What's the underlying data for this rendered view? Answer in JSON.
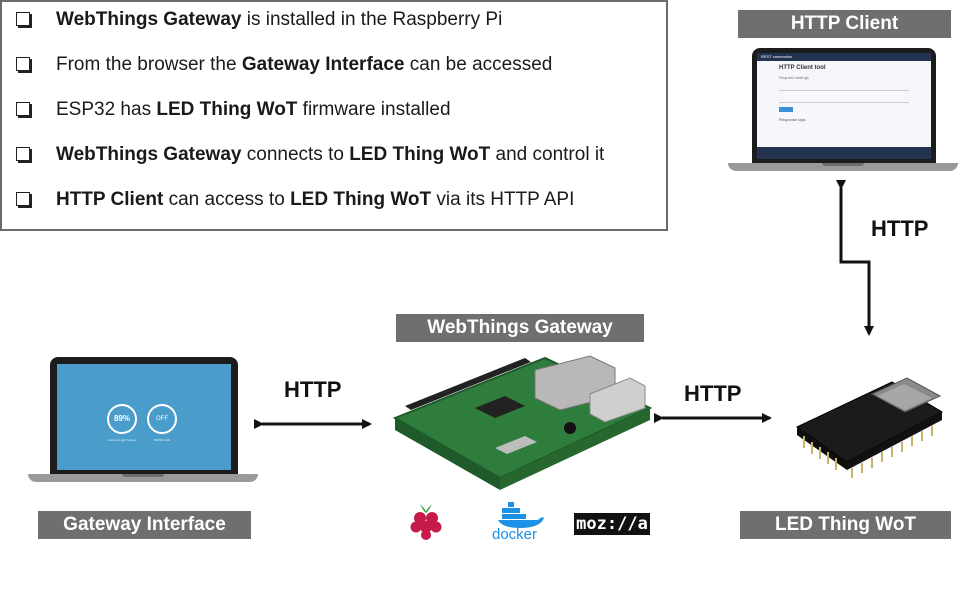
{
  "bullets": [
    {
      "parts": [
        {
          "t": "WebThings Gateway",
          "b": true
        },
        {
          "t": " is installed in the Raspberry Pi",
          "b": false
        }
      ]
    },
    {
      "parts": [
        {
          "t": "From the browser the ",
          "b": false
        },
        {
          "t": "Gateway Interface",
          "b": true
        },
        {
          "t": " can be accessed",
          "b": false
        }
      ]
    },
    {
      "parts": [
        {
          "t": "ESP32 has ",
          "b": false
        },
        {
          "t": "LED Thing WoT",
          "b": true
        },
        {
          "t": " firmware installed",
          "b": false
        }
      ]
    },
    {
      "parts": [
        {
          "t": "WebThings Gateway",
          "b": true
        },
        {
          "t": " connects to ",
          "b": false
        },
        {
          "t": "LED Thing WoT",
          "b": true
        },
        {
          "t": " and control it",
          "b": false
        }
      ]
    },
    {
      "parts": [
        {
          "t": "HTTP Client",
          "b": true
        },
        {
          "t": " can access to ",
          "b": false
        },
        {
          "t": "LED Thing WoT",
          "b": true
        },
        {
          "t": " via its HTTP API",
          "b": false
        }
      ]
    }
  ],
  "labels": {
    "http_client": "HTTP Client",
    "webthings_gateway": "WebThings Gateway",
    "gateway_interface": "Gateway Interface",
    "led_thing": "LED Thing WoT"
  },
  "arrows": {
    "left": "HTTP",
    "middle": "HTTP",
    "vertical": "HTTP"
  },
  "gateway_ui": {
    "tile1_value": "89%",
    "tile1_caption": "Ambient Light Sensor",
    "tile2_value": "OFF",
    "tile2_caption": "ESP32 LED"
  },
  "client_ui": {
    "title": "HTTP Client tool",
    "topbar": "REST connection",
    "subtitle": "Request settings",
    "response": "Response logs"
  },
  "logos": {
    "docker": "docker",
    "mozilla": "moz://a"
  },
  "colors": {
    "label_bg": "#6f6f6f",
    "screen_blue": "#4a9ccb",
    "pcb_green": "#2e7d3c",
    "raspberry_red": "#c51a4a",
    "docker_blue": "#1d91e6"
  }
}
